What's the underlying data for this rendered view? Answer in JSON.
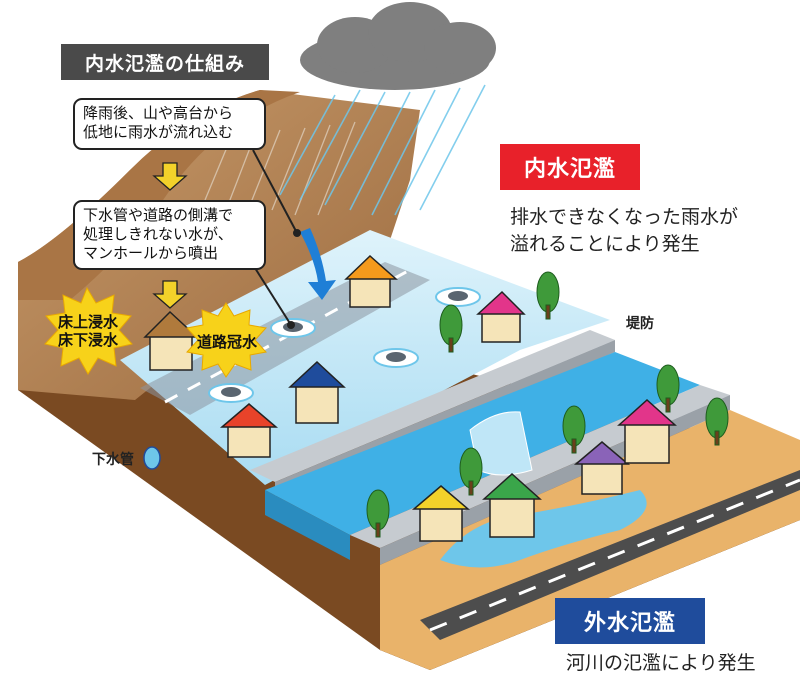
{
  "title": "内水氾濫の仕組み",
  "steps": [
    {
      "line1": "降雨後、山や高台から",
      "line2": "低地に雨水が流れ込む"
    },
    {
      "line1": "下水管や道路の側溝で",
      "line2": "処理しきれない水が、",
      "line3": "マンホールから噴出"
    }
  ],
  "damage": {
    "floor": {
      "line1": "床上浸水",
      "line2": "床下浸水"
    },
    "road": "道路冠水"
  },
  "inland": {
    "label": "内水氾濫",
    "desc1": "排水できなくなった雨水が",
    "desc2": "溢れることにより発生"
  },
  "external": {
    "label": "外水氾濫",
    "desc": "河川の氾濫により発生"
  },
  "levee": "堤防",
  "sewer": "下水管",
  "colors": {
    "inland_label": "#e8212a",
    "external_label": "#1f4c9c",
    "water": "#6ec6ea",
    "river": "#3fb0e6",
    "soil": "#8b5a2b",
    "ground": "#e9b36a"
  }
}
